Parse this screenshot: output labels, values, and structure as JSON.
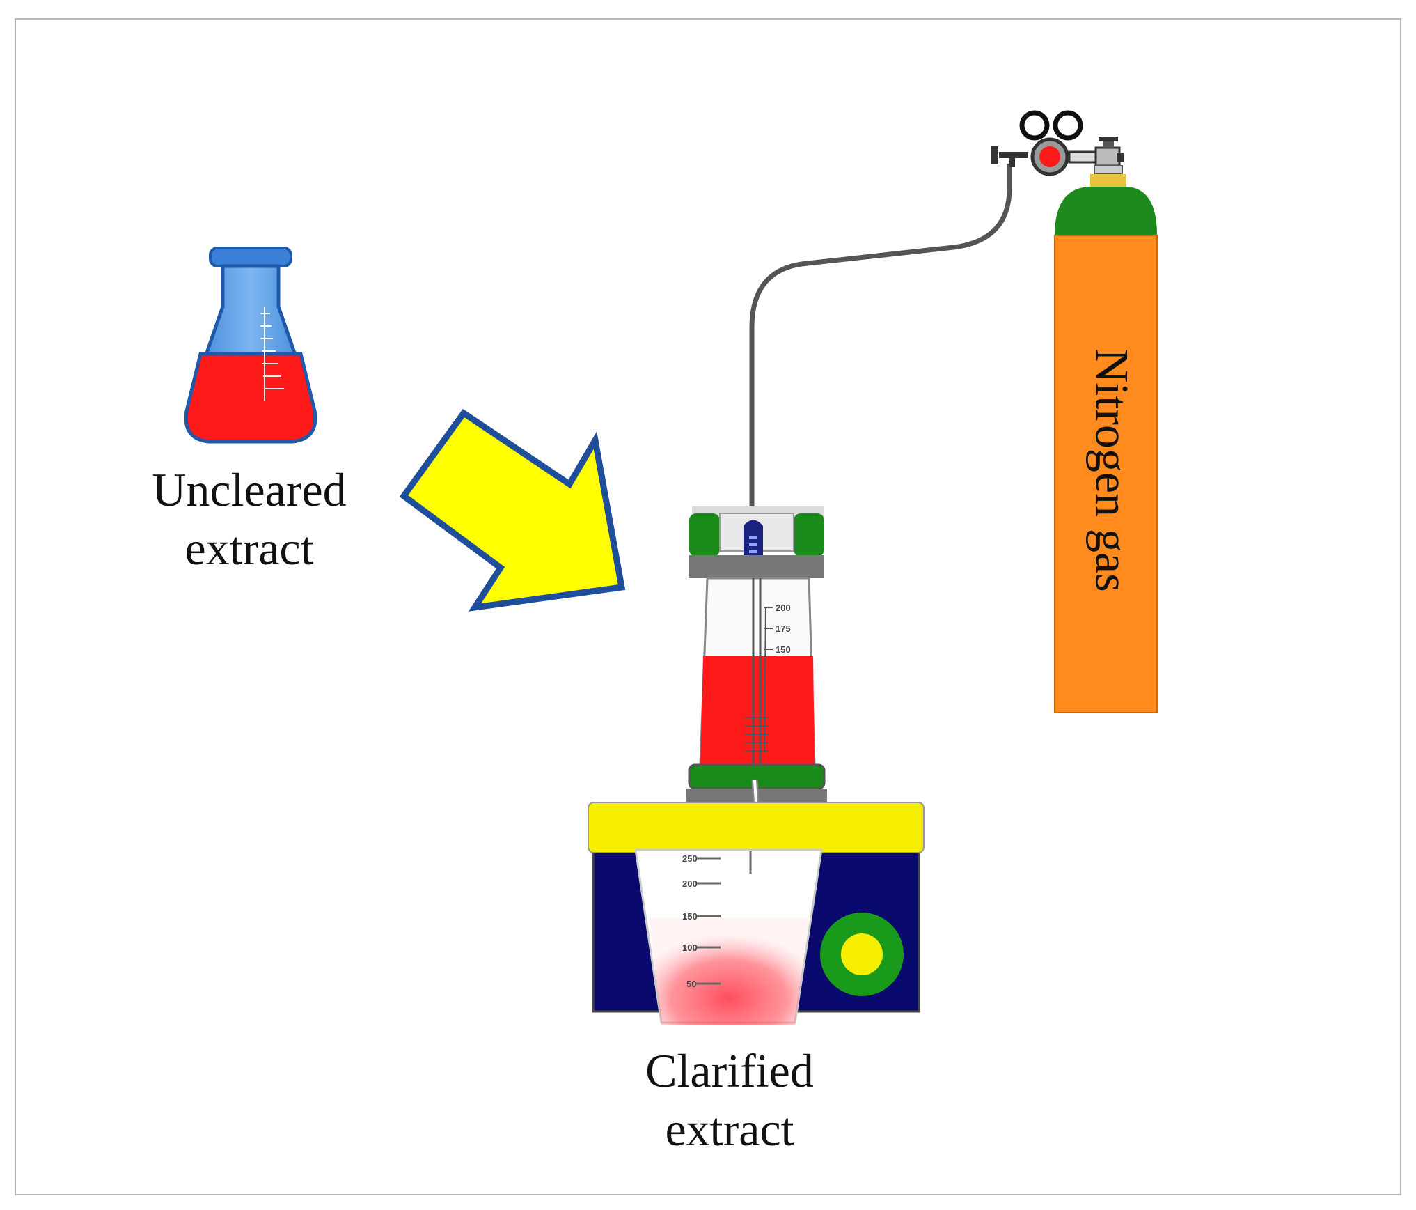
{
  "labels": {
    "uncleared_line1": "Uncleared",
    "uncleared_line2": "extract",
    "clarified_line1": "Clarified",
    "clarified_line2": "extract",
    "nitrogen": "Nitrogen gas"
  },
  "colors": {
    "extract_red": "#ff1a1a",
    "flask_blue": "#4a90e2",
    "arrow_yellow": "#ffff00",
    "arrow_outline": "#1f4e9a",
    "cylinder_orange": "#ff8a1e",
    "cylinder_green": "#1e8a1e",
    "base_navy": "#0a0a6e",
    "cap_green": "#1a8a1a",
    "plate_yellow": "#f5ee00",
    "hose_gray": "#555555"
  },
  "chamber_scale": [
    "200",
    "175",
    "150"
  ],
  "beaker_scale": [
    "250",
    "200",
    "150",
    "100",
    "50"
  ],
  "icons": {
    "flask": "erlenmeyer-flask-icon",
    "arrow": "flow-arrow-icon",
    "cylinder": "gas-cylinder-icon",
    "regulator": "pressure-regulator-icon",
    "filter": "stirred-cell-filter-icon",
    "beaker": "collection-beaker-icon",
    "stirrer": "magnetic-stirrer-icon"
  }
}
